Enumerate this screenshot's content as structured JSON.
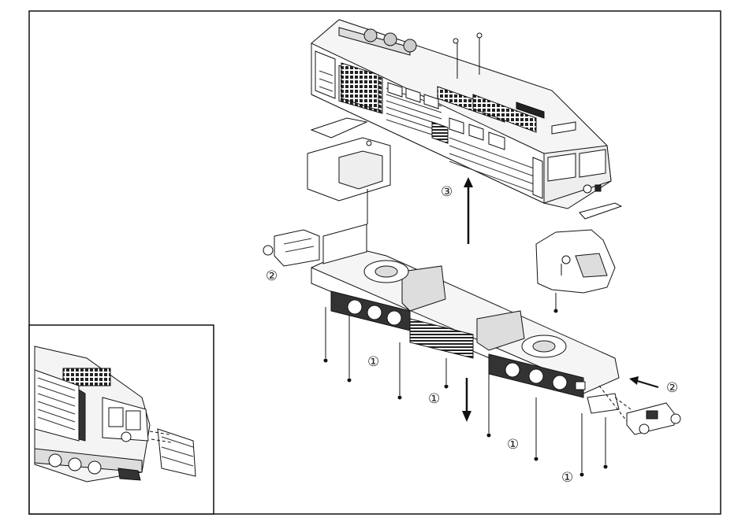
{
  "diagram": {
    "description_free": true,
    "step_labels": [
      {
        "id": "step-3-lift-body",
        "text": "③"
      },
      {
        "id": "step-2-left-coupler",
        "text": "②"
      },
      {
        "id": "step-2-right-coupler",
        "text": "②"
      },
      {
        "id": "step-1-screw-a",
        "text": "①"
      },
      {
        "id": "step-1-screw-b",
        "text": "①"
      },
      {
        "id": "step-1-screw-c",
        "text": "①"
      },
      {
        "id": "step-1-screw-d",
        "text": "①"
      }
    ],
    "colors": {
      "line": "#1a1a1a",
      "fill_light": "#f2f2f2",
      "fill_mid": "#d9d9d9",
      "fill_dark": "#333333",
      "background": "#ffffff"
    }
  }
}
